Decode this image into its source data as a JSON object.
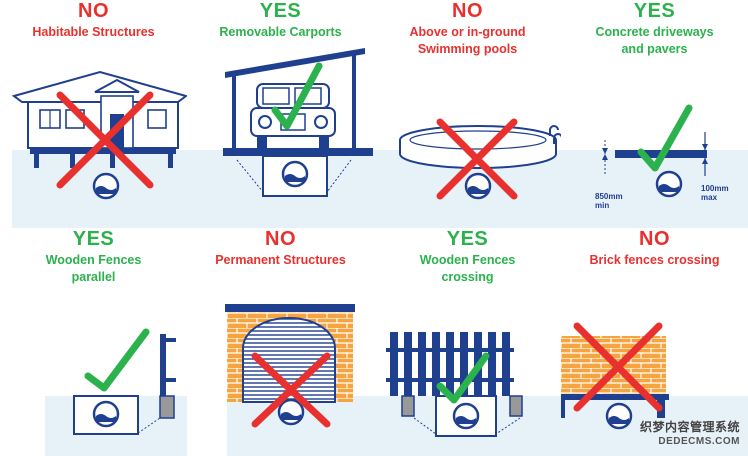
{
  "panels": [
    {
      "verdict": "NO",
      "label": "Habitable Structures"
    },
    {
      "verdict": "YES",
      "label": "Removable Carports"
    },
    {
      "verdict": "NO",
      "label": "Above or in-ground\nSwimming pools"
    },
    {
      "verdict": "YES",
      "label": "Concrete driveways\nand pavers"
    },
    {
      "verdict": "YES",
      "label": "Wooden Fences\nparallel"
    },
    {
      "verdict": "NO",
      "label": "Permanent Structures"
    },
    {
      "verdict": "YES",
      "label": "Wooden Fences\ncrossing"
    },
    {
      "verdict": "NO",
      "label": "Brick fences crossing"
    }
  ],
  "measurements": {
    "min": "850mm\nmin",
    "max": "100mm\nmax"
  },
  "watermark": {
    "line1": "织梦内容管理系统",
    "line2": "DEDECMS.COM"
  },
  "colors": {
    "yes": "#2bb24c",
    "no": "#e8312e",
    "navy": "#1f3f8f",
    "water": "#e7f1f8",
    "brick": "#f6a440"
  }
}
